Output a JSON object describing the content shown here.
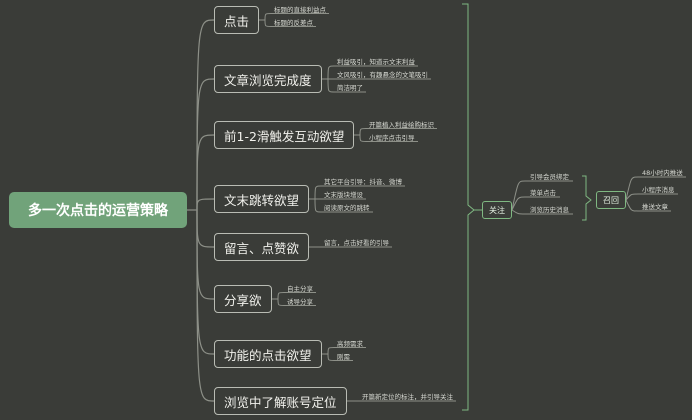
{
  "root": "多一次点击的运营策略",
  "branches": [
    {
      "label": "点击",
      "items": [
        "标题的直接利益点",
        "标题的反差点"
      ]
    },
    {
      "label": "文章浏览完成度",
      "items": [
        "利益吸引，知道示文末利益",
        "文风吸引，有趣悬念的文笔吸引",
        "简洁明了"
      ]
    },
    {
      "label": "前1-2滑触发互动欲望",
      "items": [
        "开篇植入利益绘购标识",
        "小程序点击引导"
      ]
    },
    {
      "label": "文末跳转欲望",
      "items": [
        "其它平台引导：抖音、微博",
        "文末版块增设",
        "阅读原文的跳转"
      ]
    },
    {
      "label": "留言、点赞欲",
      "items": [
        "留言，点击好看的引导"
      ]
    },
    {
      "label": "分享欲",
      "items": [
        "自主分享",
        "诱导分享"
      ]
    },
    {
      "label": "功能的点击欲望",
      "items": [
        "高频需求",
        "刚需"
      ]
    },
    {
      "label": "浏览中了解账号定位",
      "items": [
        "开篇新定位的标注，并引导关注"
      ]
    }
  ],
  "follow": {
    "label": "关注",
    "items": [
      "引导会员绑定",
      "菜单点击",
      "浏览历史消息"
    ]
  },
  "recall": {
    "label": "召回",
    "items": [
      "48小时内推送",
      "小程序消息",
      "推送文章"
    ]
  },
  "colors": {
    "background": "#3a3c38",
    "root": "#71a37a",
    "line": "#8d9088",
    "accent": "#7fb882"
  }
}
